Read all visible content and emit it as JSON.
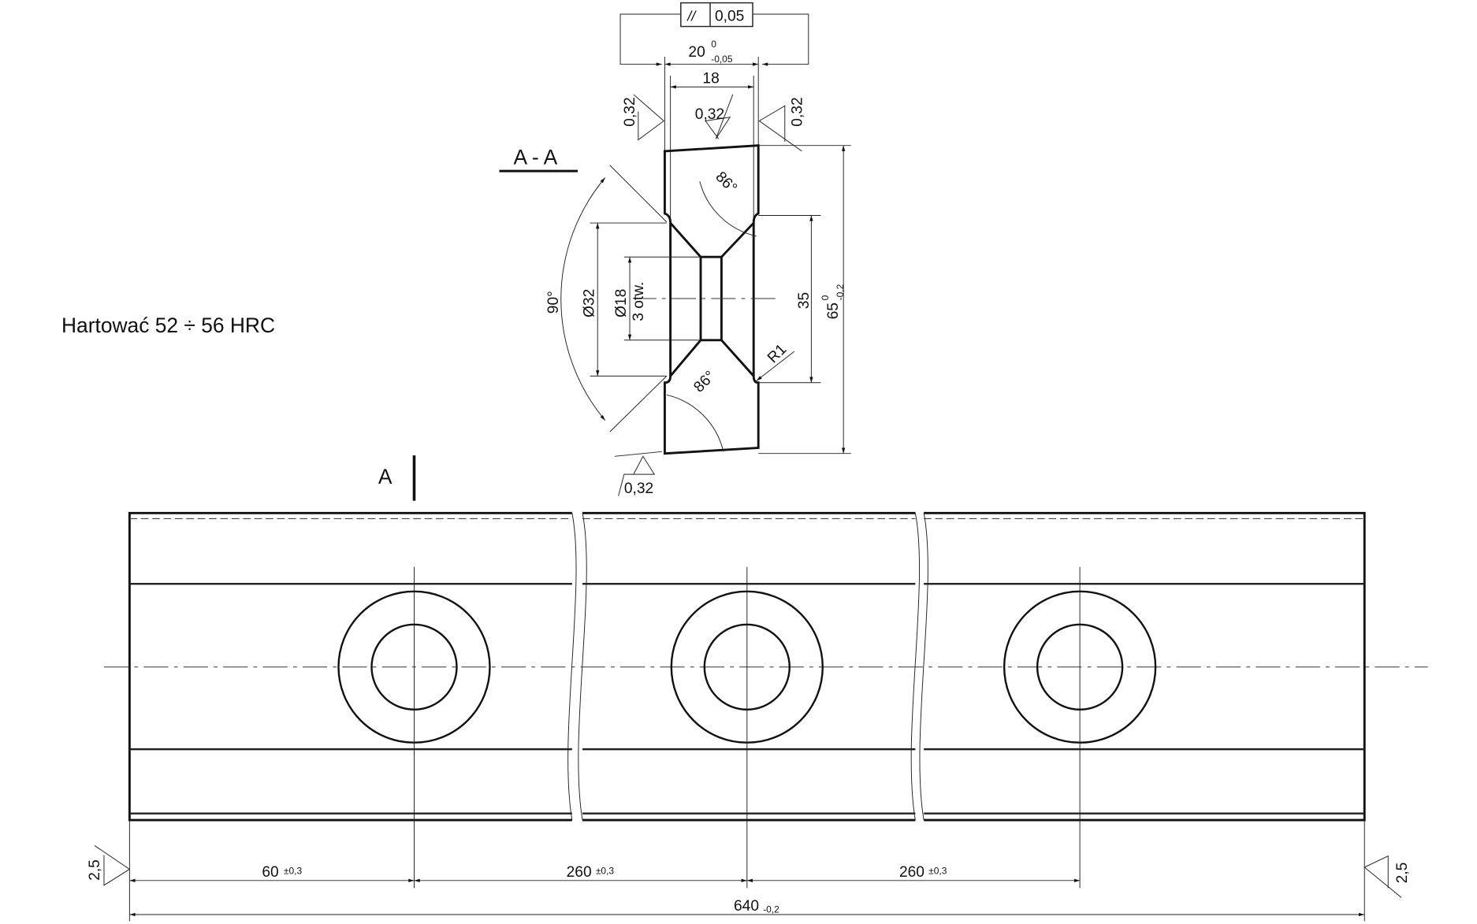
{
  "note": "Hartować 52 ÷ 56 HRC",
  "section_label": "A - A",
  "cut_label": "A",
  "tolerance_frame": {
    "symbol": "//",
    "value": "0,05"
  },
  "section_dims": {
    "width_nominal": "20",
    "width_upper": "0",
    "width_lower": "-0,05",
    "inner_width": "18",
    "roughness_left": "0,32",
    "roughness_right": "0,32",
    "roughness_top": "0,32",
    "roughness_bottom": "0,32",
    "angle_top": "86°",
    "angle_bottom": "86°",
    "angle_countersink": "90°",
    "dia_countersink": "Ø32",
    "dia_hole": "Ø18",
    "hole_count": "3 otw.",
    "radius": "R1",
    "height_inner": "35",
    "height_nominal": "65",
    "height_upper": "0",
    "height_lower": "-0,2"
  },
  "plan_dims": {
    "d1": "60",
    "d1_tol": "±0,3",
    "d2": "260",
    "d2_tol": "±0,3",
    "d3": "260",
    "d3_tol": "±0,3",
    "total": "640",
    "total_tol": "-0,2",
    "roughness_left": "2,5",
    "roughness_right": "2,5"
  }
}
